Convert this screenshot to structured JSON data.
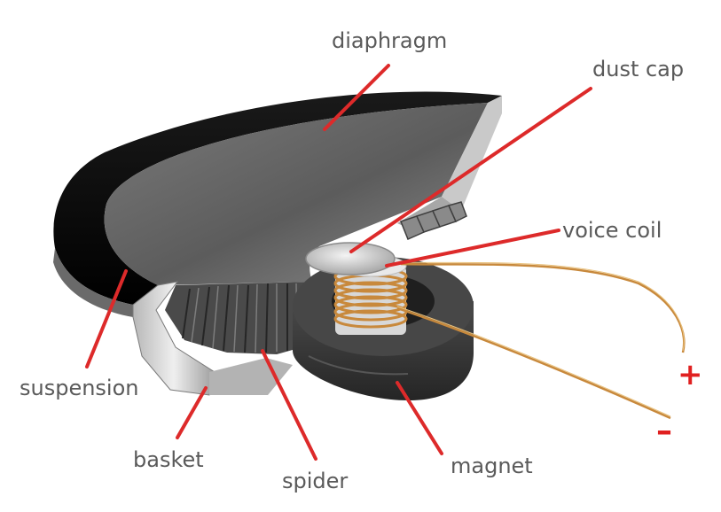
{
  "diagram": {
    "labels": {
      "diaphragm": "diaphragm",
      "dust_cap": "dust cap",
      "voice_coil": "voice coil",
      "suspension": "suspension",
      "basket": "basket",
      "spider": "spider",
      "magnet": "magnet"
    },
    "terminals": {
      "positive": "+",
      "negative": "–"
    },
    "colors": {
      "leader_line": "#dd2a2a",
      "label_text": "#5a5a5a",
      "terminal_sign": "#e02020",
      "copper_wire": "#c8893c",
      "magnet": "#3a3a3a",
      "cone": "#6e6e6e"
    }
  }
}
